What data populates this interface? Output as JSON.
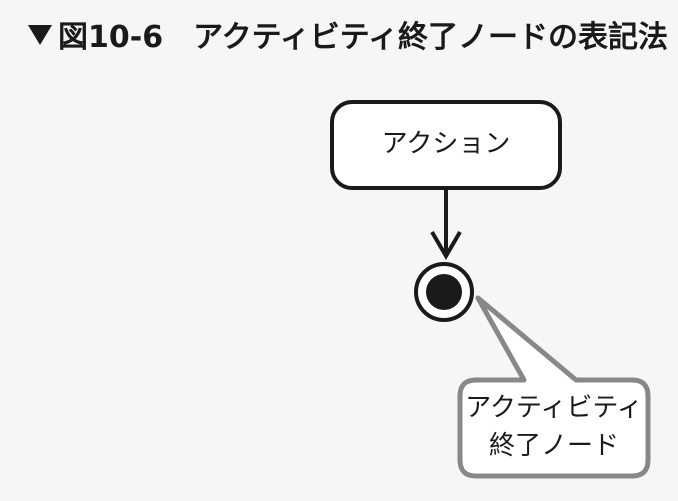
{
  "figure": {
    "title": "図10-6　アクティビティ終了ノードの表記法"
  },
  "diagram": {
    "action": {
      "label": "アクション"
    },
    "note": {
      "line1": "アクティビティ",
      "line2": "終了ノード"
    },
    "colors": {
      "ink": "#1a1a1a",
      "note_border": "#888888",
      "background": "#f6f6f6",
      "fill": "#ffffff"
    }
  }
}
